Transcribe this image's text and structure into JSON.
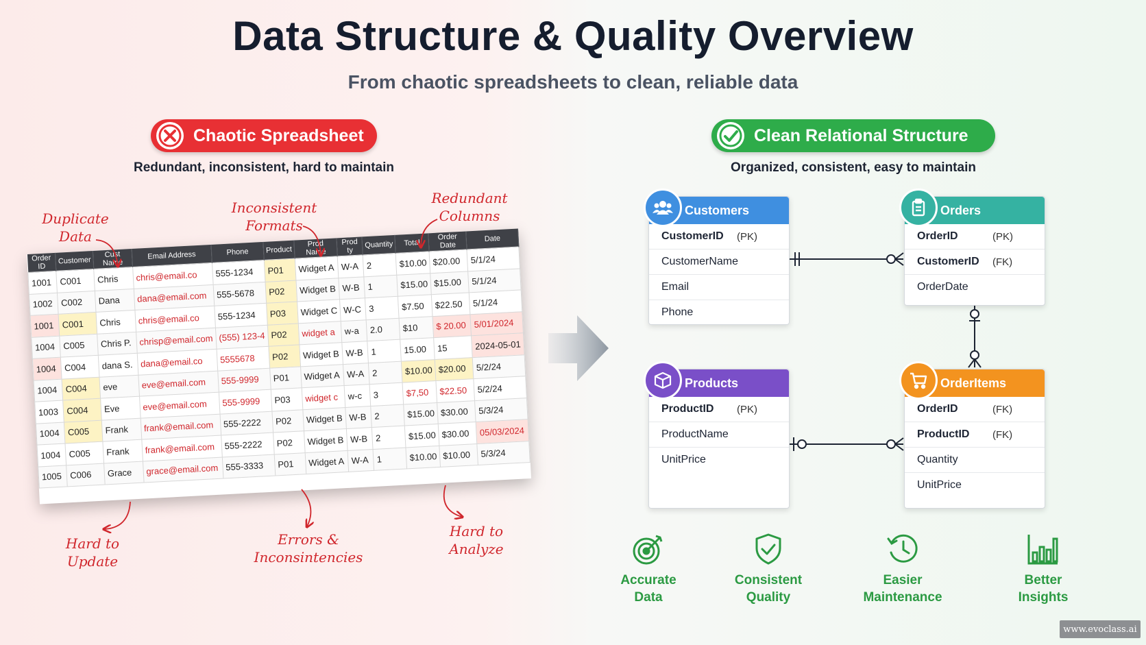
{
  "title": "Data Structure & Quality Overview",
  "subtitle": "From chaotic spreadsheets to clean, reliable data",
  "left": {
    "badge": "Chaotic Spreadsheet",
    "tagline": "Redundant, inconsistent, hard to maintain",
    "annotations": {
      "duplicate": "Duplicate\nData",
      "inconsistent": "Inconsistent\nFormats",
      "redundant": "Redundant\nColumns",
      "hard_update": "Hard to\nUpdate",
      "errors": "Errors &\nInconsintencies",
      "hard_analyze": "Hard to\nAnalyze"
    },
    "sheet": {
      "headers": [
        "Order ID",
        "Customer",
        "Cust Name",
        "Email Address",
        "Phone",
        "Product",
        "Prod Name",
        "Prod ty",
        "Quantity",
        "Total",
        "Order Date",
        "Date"
      ],
      "rows": [
        [
          "1001",
          "C001",
          "Chris",
          "chris@email.co",
          "555-1234",
          "P01",
          "Widget A",
          "W-A",
          "2",
          "$10.00",
          "$20.00",
          "5/1/24"
        ],
        [
          "1002",
          "C002",
          "Dana",
          "dana@email.com",
          "555-5678",
          "P02",
          "Widget B",
          "W-B",
          "1",
          "$15.00",
          "$15.00",
          "5/1/24"
        ],
        [
          "1001",
          "C001",
          "Chris",
          "chris@email.co",
          "555-1234",
          "P03",
          "Widget C",
          "W-C",
          "3",
          "$7.50",
          "$22.50",
          "5/1/24"
        ],
        [
          "1004",
          "C005",
          "Chris P.",
          "chrisp@email.com",
          "(555) 123-4",
          "P02",
          "widget a",
          "w-a",
          "2.0",
          "$10",
          "$ 20.00",
          "5/01/2024"
        ],
        [
          "1004",
          "C004",
          "dana S.",
          "dana@email.co",
          "5555678",
          "P02",
          "Widget B",
          "W-B",
          "1",
          "15.00",
          "15",
          "2024-05-01"
        ],
        [
          "1004",
          "C004",
          "eve",
          "eve@email.com",
          "555-9999",
          "P01",
          "Widget A",
          "W-A",
          "2",
          "$10.00",
          "$20.00",
          "5/2/24"
        ],
        [
          "1003",
          "C004",
          "Eve",
          "eve@email.com",
          "555-9999",
          "P03",
          "widget c",
          "w-c",
          "3",
          "$7,50",
          "$22.50",
          "5/2/24"
        ],
        [
          "1004",
          "C005",
          "Frank",
          "frank@email.com",
          "555-2222",
          "P02",
          "Widget B",
          "W-B",
          "2",
          "$15.00",
          "$30.00",
          "5/3/24"
        ],
        [
          "1004",
          "C005",
          "Frank",
          "frank@email.com",
          "555-2222",
          "P02",
          "Widget B",
          "W-B",
          "2",
          "$15.00",
          "$30.00",
          "05/03/2024"
        ],
        [
          "1005",
          "C006",
          "Grace",
          "grace@email.com",
          "555-3333",
          "P01",
          "Widget A",
          "W-A",
          "1",
          "$10.00",
          "$10.00",
          "5/3/24"
        ]
      ]
    }
  },
  "right": {
    "badge": "Clean Relational Structure",
    "tagline": "Organized, consistent, easy to maintain",
    "entities": {
      "customers": {
        "title": "Customers",
        "color": "#3f8fe0",
        "fields": [
          {
            "name": "CustomerID",
            "key": "(PK)",
            "bold": true
          },
          {
            "name": "CustomerName",
            "key": "",
            "bold": false
          },
          {
            "name": "Email",
            "key": "",
            "bold": false
          },
          {
            "name": "Phone",
            "key": "",
            "bold": false
          }
        ]
      },
      "orders": {
        "title": "Orders",
        "color": "#35b2a2",
        "fields": [
          {
            "name": "OrderID",
            "key": "(PK)",
            "bold": true
          },
          {
            "name": "CustomerID",
            "key": "(FK)",
            "bold": true
          },
          {
            "name": "OrderDate",
            "key": "",
            "bold": false
          }
        ]
      },
      "products": {
        "title": "Products",
        "color": "#7a4fc8",
        "fields": [
          {
            "name": "ProductID",
            "key": "(PK)",
            "bold": true
          },
          {
            "name": "ProductName",
            "key": "",
            "bold": false
          },
          {
            "name": "UnitPrice",
            "key": "",
            "bold": false
          }
        ]
      },
      "orderitems": {
        "title": "OrderItems",
        "color": "#f3931f",
        "fields": [
          {
            "name": "OrderID",
            "key": "(FK)",
            "bold": true
          },
          {
            "name": "ProductID",
            "key": "(FK)",
            "bold": true
          },
          {
            "name": "Quantity",
            "key": "",
            "bold": false
          },
          {
            "name": "UnitPrice",
            "key": "",
            "bold": false
          }
        ]
      }
    },
    "benefits": [
      {
        "label": "Accurate\nData",
        "icon": "target-icon"
      },
      {
        "label": "Consistent\nQuality",
        "icon": "shield-check-icon"
      },
      {
        "label": "Easier\nMaintenance",
        "icon": "clock-history-icon"
      },
      {
        "label": "Better\nInsights",
        "icon": "bar-chart-icon"
      }
    ]
  },
  "watermark": "www.evoclass.ai",
  "colors": {
    "red": "#e83034",
    "green": "#2eac4a",
    "benefit": "#2b9a42"
  }
}
